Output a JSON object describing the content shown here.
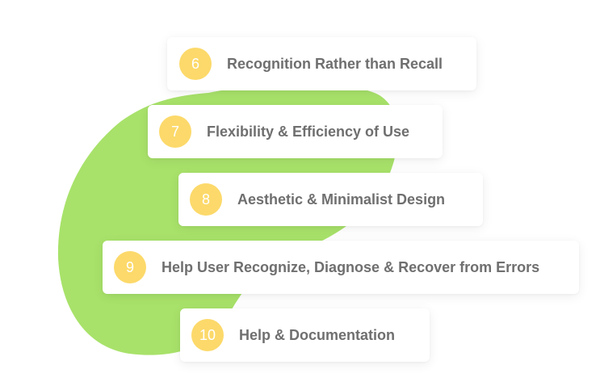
{
  "colors": {
    "blob": "#a8e26a",
    "badge": "#fcd96a",
    "badge_text": "#ffffff",
    "label_text": "#6f6f6f",
    "card": "#ffffff"
  },
  "items": [
    {
      "number": "6",
      "label": "Recognition Rather than Recall"
    },
    {
      "number": "7",
      "label": "Flexibility & Efficiency of Use"
    },
    {
      "number": "8",
      "label": "Aesthetic & Minimalist Design"
    },
    {
      "number": "9",
      "label": "Help User Recognize, Diagnose & Recover from Errors"
    },
    {
      "number": "10",
      "label": "Help & Documentation"
    }
  ]
}
